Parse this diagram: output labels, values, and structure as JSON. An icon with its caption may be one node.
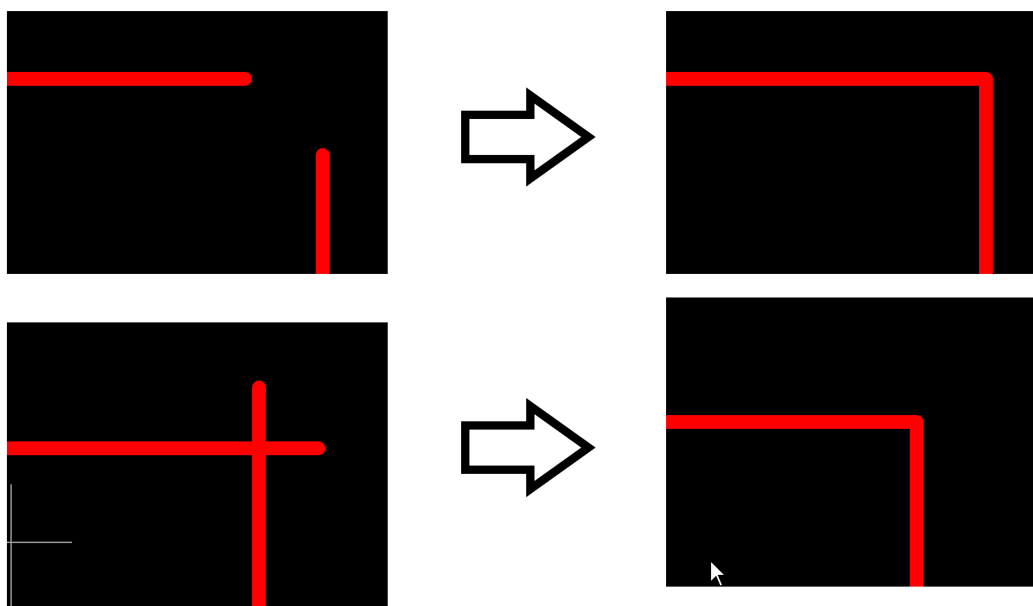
{
  "diagram": {
    "nodes": [
      {
        "text": [],
        "shape": "picture"
      },
      {
        "text": [],
        "shape": "picture"
      },
      {
        "text": [],
        "shape": "picture"
      },
      {
        "text": [],
        "shape": "picture"
      }
    ],
    "edges": [
      {
        "from": 0,
        "to": 1,
        "arrow": "to"
      },
      {
        "from": 2,
        "to": 3,
        "arrow": "to"
      }
    ]
  }
}
